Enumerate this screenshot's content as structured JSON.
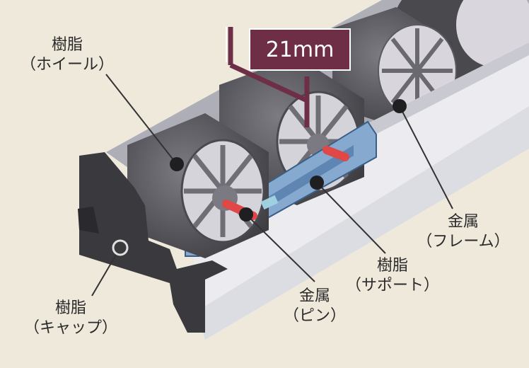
{
  "dimension": {
    "value": "21mm",
    "color": "#6e2e45"
  },
  "labels": {
    "resin_wheel": {
      "line1": "樹脂",
      "line2": "（ホイール）"
    },
    "metal_frame": {
      "line1": "金属",
      "line2": "（フレーム）"
    },
    "resin_support": {
      "line1": "樹脂",
      "line2": "（サポート）"
    },
    "metal_pin": {
      "line1": "金属",
      "line2": "（ピン）"
    },
    "resin_cap": {
      "line1": "樹脂",
      "line2": "（キャップ）"
    }
  },
  "colors": {
    "background": "#efe9dc",
    "frame": "#d8d8df",
    "wheel": "#5c5b61",
    "support": "#7fa3c9",
    "cap": "#3a393d",
    "pin": "#e04848"
  }
}
